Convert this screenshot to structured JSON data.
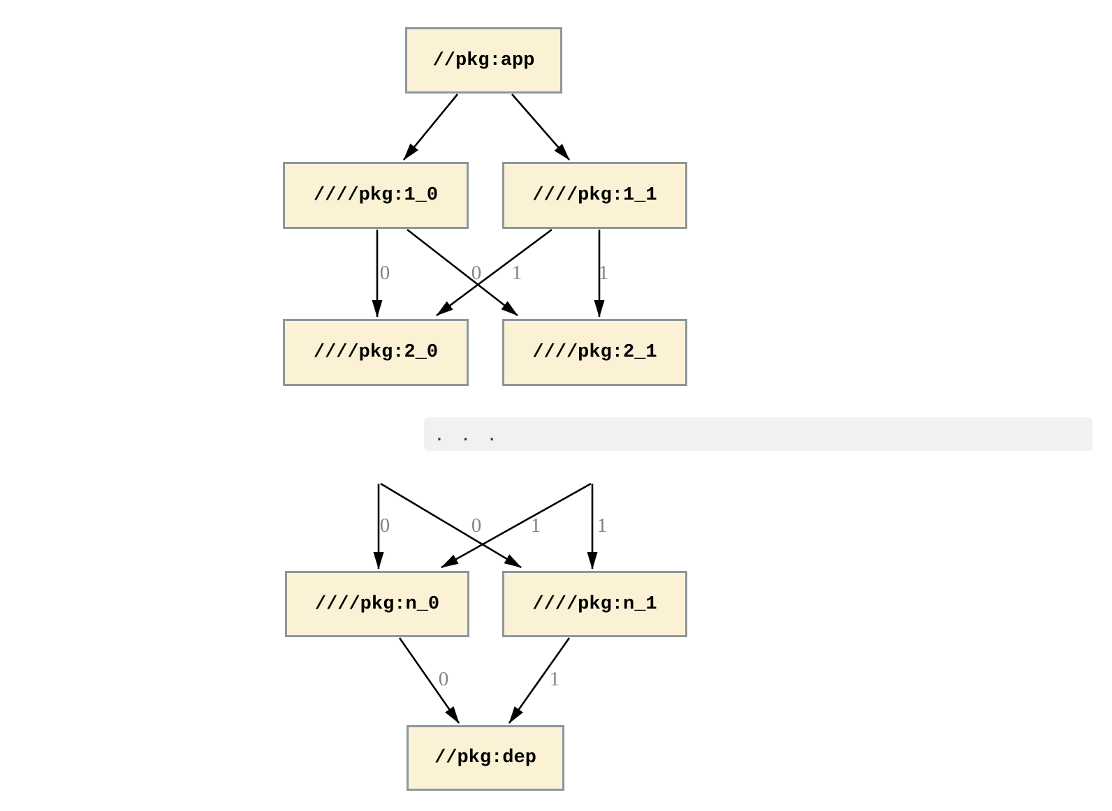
{
  "diagram": {
    "type": "dependency-graph",
    "nodes": {
      "app": {
        "label": "//pkg:app"
      },
      "l1_0": {
        "label": "////pkg:1_0"
      },
      "l1_1": {
        "label": "////pkg:1_1"
      },
      "l2_0": {
        "label": "////pkg:2_0"
      },
      "l2_1": {
        "label": "////pkg:2_1"
      },
      "ln_0": {
        "label": "////pkg:n_0"
      },
      "ln_1": {
        "label": "////pkg:n_1"
      },
      "dep": {
        "label": "//pkg:dep"
      }
    },
    "ellipsis_text": ". . .",
    "edge_labels": {
      "tier1": [
        "0",
        "0",
        "1",
        "1"
      ],
      "tiern": [
        "0",
        "0",
        "1",
        "1"
      ],
      "dep": [
        "0",
        "1"
      ]
    },
    "edges": [
      {
        "from": "//pkg:app",
        "to": "////pkg:1_0"
      },
      {
        "from": "//pkg:app",
        "to": "////pkg:1_1"
      },
      {
        "from": "////pkg:1_0",
        "to": "////pkg:2_0",
        "label": "0"
      },
      {
        "from": "////pkg:1_0",
        "to": "////pkg:2_1",
        "label": "1"
      },
      {
        "from": "////pkg:1_1",
        "to": "////pkg:2_0",
        "label": "0"
      },
      {
        "from": "////pkg:1_1",
        "to": "////pkg:2_1",
        "label": "1"
      },
      {
        "from": "...",
        "to": "////pkg:n_0",
        "label": "0"
      },
      {
        "from": "...",
        "to": "////pkg:n_1",
        "label": "1"
      },
      {
        "from": "...",
        "to": "////pkg:n_0",
        "label": "0"
      },
      {
        "from": "...",
        "to": "////pkg:n_1",
        "label": "1"
      },
      {
        "from": "////pkg:n_0",
        "to": "//pkg:dep",
        "label": "0"
      },
      {
        "from": "////pkg:n_1",
        "to": "//pkg:dep",
        "label": "1"
      }
    ],
    "colors": {
      "node_fill": "#FBF2D5",
      "node_border": "#8D969C",
      "edge": "#000000",
      "edge_label": "#848484",
      "ellipsis_band": "#F1F1F1",
      "background": "#FFFFFF"
    }
  }
}
